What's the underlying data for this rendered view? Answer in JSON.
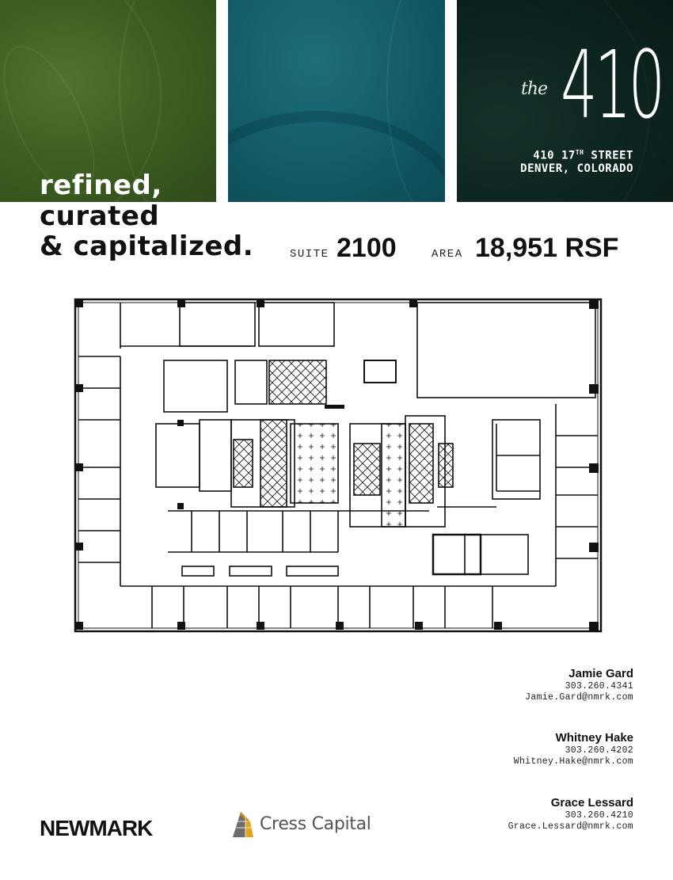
{
  "hero": {
    "panels": [
      {
        "name": "green",
        "color": "#3e5f22"
      },
      {
        "name": "teal",
        "color": "#125a66"
      },
      {
        "name": "dark",
        "color": "#0c2420"
      }
    ],
    "logo": {
      "prefix": "the",
      "number": "410"
    },
    "address": {
      "line1_number": "410 17",
      "line1_sup": "TH",
      "line1_rest": " STREET",
      "line2": "DENVER, COLORADO"
    }
  },
  "headline": {
    "line1": "refined,",
    "line2": "curated",
    "line3": "& capitalized."
  },
  "specs": {
    "suite_label": "SUITE",
    "suite_value": "2100",
    "area_label": "AREA",
    "area_value": "18,951 RSF"
  },
  "floorplan": {
    "description": "Suite 2100 floor plan"
  },
  "contacts": [
    {
      "name": "Jamie Gard",
      "phone": "303.260.4341",
      "email": "Jamie.Gard@nmrk.com"
    },
    {
      "name": "Whitney Hake",
      "phone": "303.260.4202",
      "email": "Whitney.Hake@nmrk.com"
    },
    {
      "name": "Grace Lessard",
      "phone": "303.260.4210",
      "email": "Grace.Lessard@nmrk.com"
    }
  ],
  "footer": {
    "newmark": "NEWMARK",
    "cress": "Cress Capital",
    "cress_accent": "#e3a21a"
  }
}
